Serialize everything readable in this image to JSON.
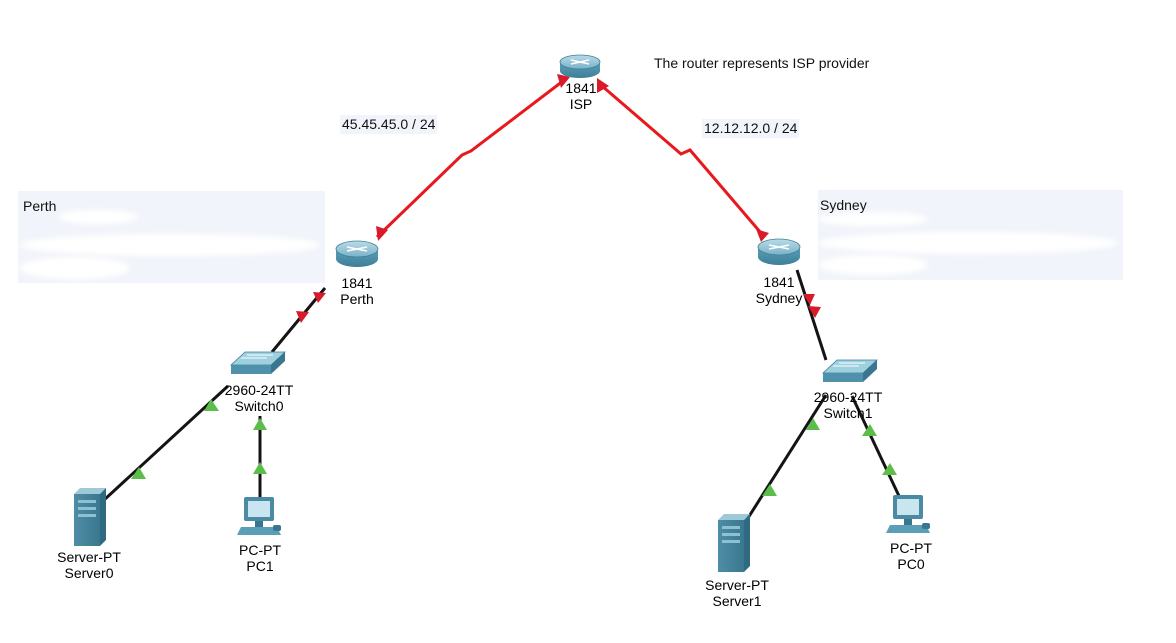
{
  "notes": {
    "isp_note": "The router represents ISP provider",
    "net_left": "45.45.45.0 / 24",
    "net_right": "12.12.12.0 / 24",
    "perth_box_title": "Perth",
    "sydney_box_title": "Sydney"
  },
  "devices": {
    "isp": {
      "model": "1841",
      "name": "ISP"
    },
    "perth": {
      "model": "1841",
      "name": "Perth"
    },
    "sydney": {
      "model": "1841",
      "name": "Sydney"
    },
    "switch0": {
      "model": "2960-24TT",
      "name": "Switch0"
    },
    "switch1": {
      "model": "2960-24TT",
      "name": "Switch1"
    },
    "server0": {
      "model": "Server-PT",
      "name": "Server0"
    },
    "server1": {
      "model": "Server-PT",
      "name": "Server1"
    },
    "pc1": {
      "model": "PC-PT",
      "name": "PC1"
    },
    "pc0": {
      "model": "PC-PT",
      "name": "PC0"
    }
  },
  "colors": {
    "serial_link": "#e8191d",
    "ethernet_link": "#141414",
    "link_down": "#d81a2a",
    "link_up": "#5cbd4a",
    "device_body": "#5a9fb6",
    "note_bg": "#f1f4fa"
  }
}
